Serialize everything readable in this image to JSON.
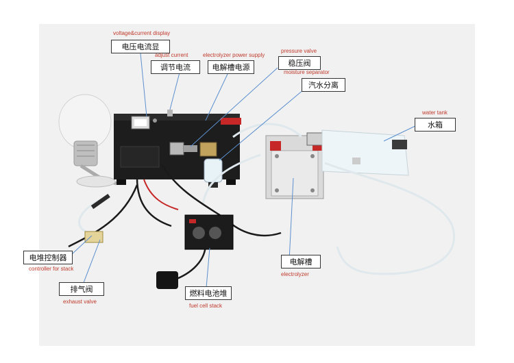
{
  "labels": {
    "display": {
      "en": "voltage&current display",
      "zh": "电压电流显"
    },
    "adjust": {
      "en": "adjust current",
      "zh": "调节电流"
    },
    "supply": {
      "en": "electrolyzer power supply",
      "zh": "电解槽电源"
    },
    "pressure": {
      "en": "pressure valve",
      "zh": "稳压阀"
    },
    "moisture": {
      "en": "moisture separator",
      "zh": "汽水分离"
    },
    "tank": {
      "en": "water tank",
      "zh": "水箱"
    },
    "controller": {
      "en": "controller for stack",
      "zh": "电堆控制器"
    },
    "exhaust": {
      "en": "exhaust valve",
      "zh": "排气阀"
    },
    "stack": {
      "en": "fuel cell stack",
      "zh": "燃料电池堆"
    },
    "electrolyzer": {
      "en": "electrolyzer",
      "zh": "电解槽"
    }
  },
  "colors": {
    "annotation_red": "#c0392b",
    "leader_line": "#5b8fcf",
    "background": "#f1f1f1"
  }
}
